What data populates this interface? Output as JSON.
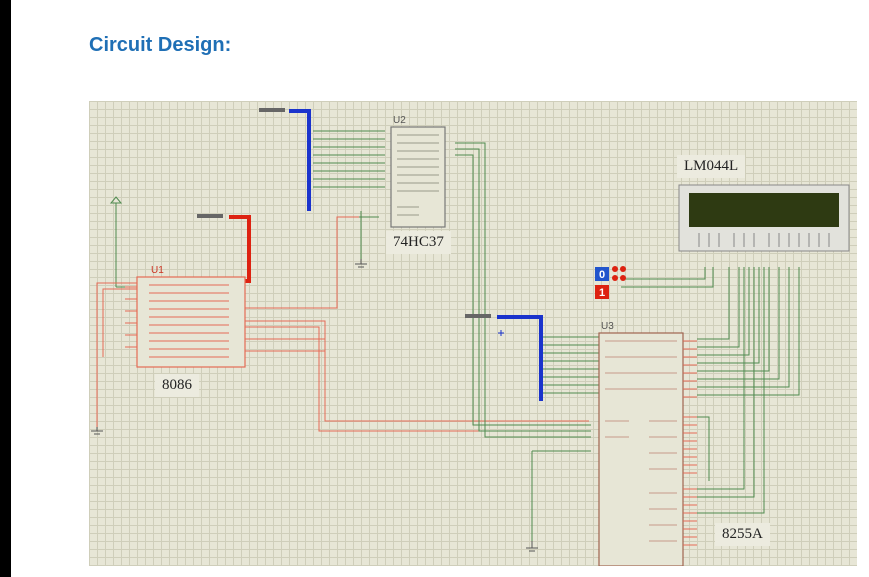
{
  "page": {
    "title": "Circuit Design:"
  },
  "schematic": {
    "chips": {
      "u1": {
        "ref": "U1",
        "label": "8086"
      },
      "u2": {
        "ref": "U2",
        "label": "74HC37"
      },
      "u3": {
        "ref": "U3",
        "label": "8255A"
      },
      "lcd": {
        "label": "LM044L"
      }
    },
    "logic_states": {
      "low": "0",
      "high": "1"
    },
    "colors": {
      "bus_blue": "#1a33cc",
      "bus_red": "#dd2211",
      "wire_green": "#4f8a4f",
      "chip_red": "#e46b55",
      "lcd_screen": "#2e3a12"
    }
  }
}
